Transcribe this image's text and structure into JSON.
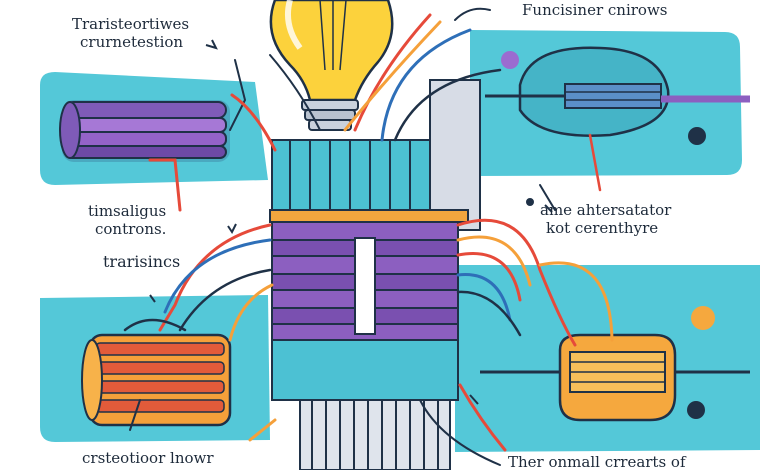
{
  "labels": {
    "top_left_line1": "Traristeortiwes",
    "top_left_line2": "crurnetestion",
    "top_right": "Funcisiner cnirows",
    "mid_left_line1": "timsaligus",
    "mid_left_line2": "controns.",
    "mid_left_lower": "trarisincs",
    "mid_right_line1": "ame ahtersatator",
    "mid_right_line2": "kot cerenthyre",
    "bottom_left": "crsteotioor lnowr",
    "bottom_right": "Ther onmall crrearts of"
  },
  "colors": {
    "panel_teal": "#52c6d6",
    "bulb_yellow": "#fbd43d",
    "ribbon_purple": "#8c5fc0",
    "battery_orange": "#f5a03a",
    "wire_red": "#e64a3a",
    "wire_blue": "#2e6fb8",
    "outline_navy": "#1f3147"
  }
}
